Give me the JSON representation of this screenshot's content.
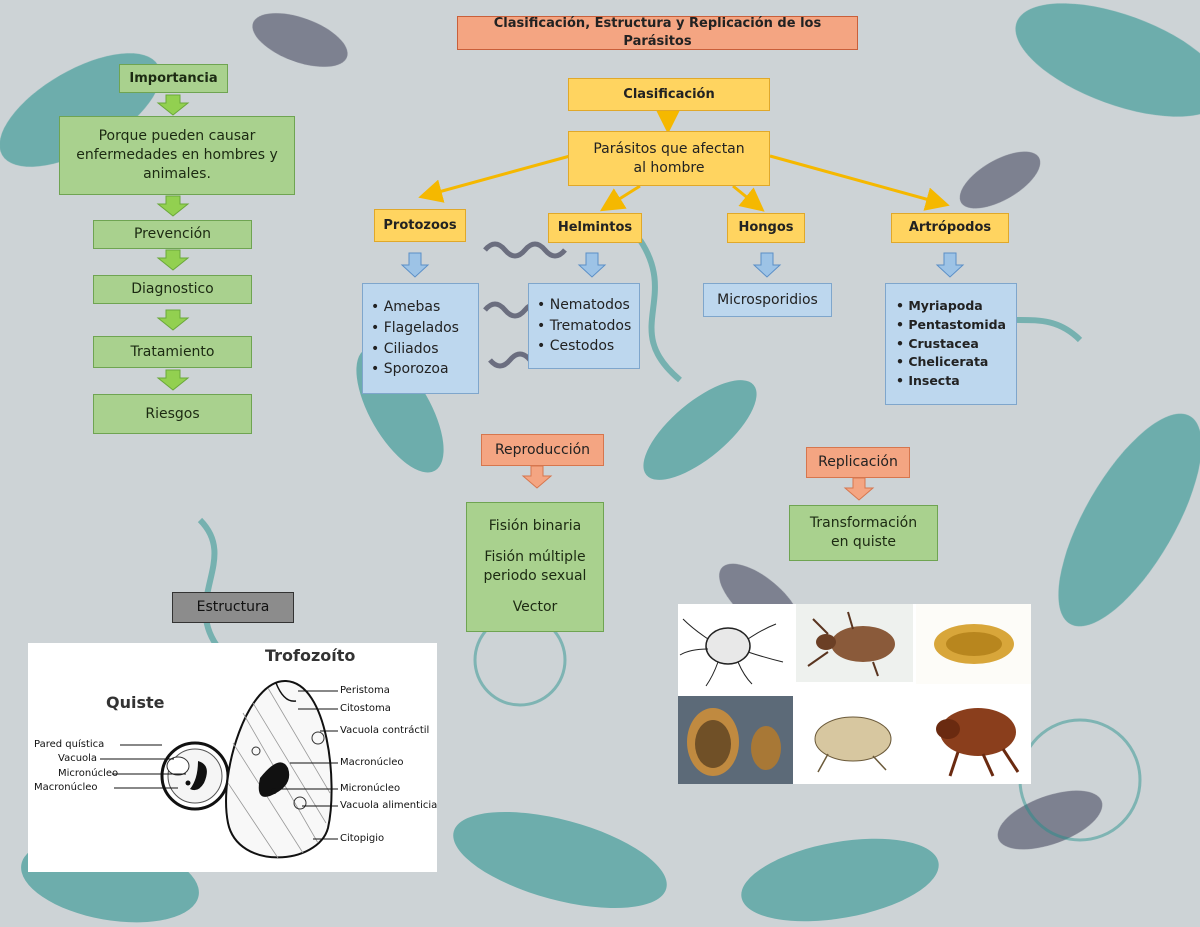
{
  "title": "Clasificación, Estructura  y Replicación de los Parásitos",
  "importance": {
    "header": "Importancia",
    "description": "Porque pueden causar enfermedades en hombres y animales.",
    "steps": [
      "Prevención",
      "Diagnostico",
      "Tratamiento",
      "Riesgos"
    ]
  },
  "classification": {
    "header": "Clasificación",
    "subheader": "Parásitos que afectan al hombre",
    "groups": [
      {
        "name": "Protozoos",
        "items": [
          "Amebas",
          "Flagelados",
          "Ciliados",
          "Sporozoa"
        ]
      },
      {
        "name": "Helmintos",
        "items": [
          "Nematodos",
          "Trematodos",
          "Cestodos"
        ]
      },
      {
        "name": "Hongos",
        "items": [
          "Microsporidios"
        ]
      },
      {
        "name": "Artrópodos",
        "items": [
          "Myriapoda",
          "Pentastomida",
          "Crustacea",
          "Chelicerata",
          "Insecta"
        ]
      }
    ]
  },
  "reproduction": {
    "header": "Reproducción",
    "items": [
      "Fisión binaria",
      "Fisión múltiple periodo sexual",
      "Vector"
    ]
  },
  "replication": {
    "header": "Replicación",
    "items": [
      "Transformación en quiste"
    ]
  },
  "structure": {
    "header": "Estructura",
    "cyst_title": "Quiste",
    "trophozoite_title": "Trofozoíto",
    "cyst_labels": [
      "Pared quística",
      "Vacuola",
      "Micronúcleo",
      "Macronúcleo"
    ],
    "trophozoite_labels": [
      "Peristoma",
      "Citostoma",
      "Vacuola contráctil",
      "Macronúcleo",
      "Micronúcleo",
      "Vacuola alimenticia",
      "Citopigio"
    ]
  },
  "colors": {
    "title": "#f4a582",
    "classification": "#ffd460",
    "importance": "#a9d18e",
    "lists": "#bdd7ee",
    "connector": "#f5b800",
    "green_arrow": "#92d050",
    "blue_arrow": "#9dc3e6",
    "salmon_arrow": "#f4a582"
  },
  "icons": [
    "green-down-arrow-icon",
    "blue-down-arrow-icon",
    "salmon-down-arrow-icon",
    "connector-arrow-icon"
  ]
}
